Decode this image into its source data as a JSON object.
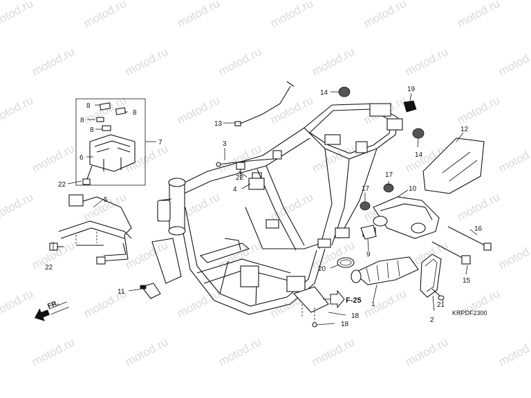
{
  "watermark": "motod.ru",
  "diagram_code": "KRPDF2300",
  "direction_label": "FR.",
  "reference_label": "F-25",
  "callouts": {
    "c1": "1",
    "c2": "2",
    "c3": "3",
    "c4": "4",
    "c5": "5",
    "c6": "6",
    "c7": "7",
    "c8a": "8",
    "c8b": "8",
    "c8c": "8",
    "c8d": "8",
    "c9": "9",
    "c10": "10",
    "c11": "11",
    "c12": "12",
    "c13": "13",
    "c14a": "14",
    "c14b": "14",
    "c15": "15",
    "c16": "16",
    "c17a": "17",
    "c17b": "17",
    "c18a": "18",
    "c18b": "18",
    "c19": "19",
    "c20": "20",
    "c21": "21",
    "c22a": "22",
    "c22b": "22",
    "c22c": "22"
  }
}
